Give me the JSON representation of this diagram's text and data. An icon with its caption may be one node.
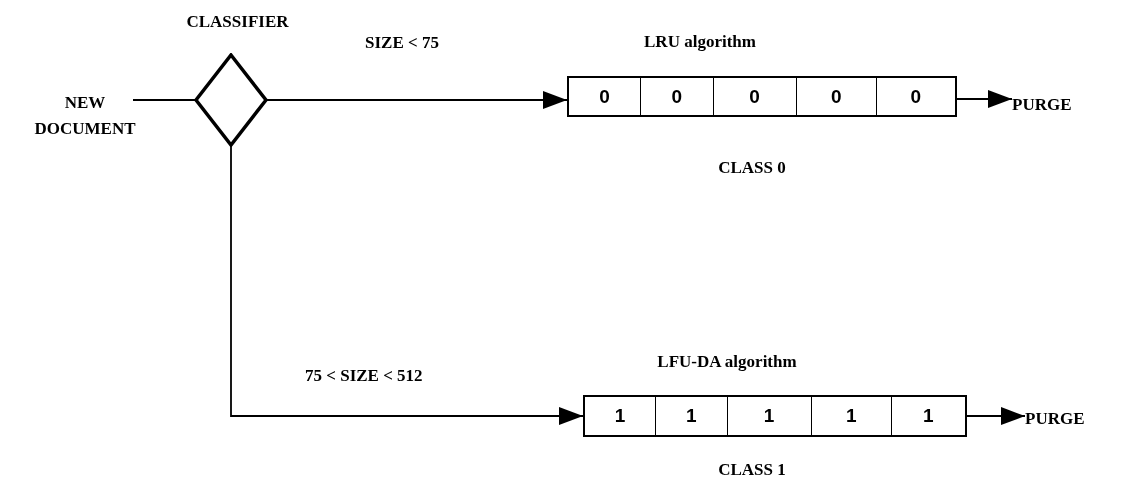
{
  "diagram": {
    "nodes": [
      {
        "text": [
          "NEW DOCUMENT"
        ]
      },
      {
        "text": [
          "CLASSIFIER"
        ]
      },
      {
        "text": [
          "LRU algorithm"
        ],
        "beside": [
          "CLASS 0"
        ]
      },
      {
        "text": [
          "0"
        ],
        "in": 2
      },
      {
        "text": [
          "0"
        ],
        "in": 2
      },
      {
        "text": [
          "0"
        ],
        "in": 2
      },
      {
        "text": [
          "0"
        ],
        "in": 2
      },
      {
        "text": [
          "0"
        ],
        "in": 2
      },
      {
        "text": [
          "PURGE"
        ]
      },
      {
        "text": [
          "LFU-DA algorithm"
        ],
        "beside": [
          "CLASS 1"
        ]
      },
      {
        "text": [
          "1"
        ],
        "in": 9
      },
      {
        "text": [
          "1"
        ],
        "in": 9
      },
      {
        "text": [
          "1"
        ],
        "in": 9
      },
      {
        "text": [
          "1"
        ],
        "in": 9
      },
      {
        "text": [
          "1"
        ],
        "in": 9
      },
      {
        "text": [
          "PURGE"
        ]
      }
    ],
    "edges": [
      {
        "from": 0,
        "to": 1,
        "arrow": "none"
      },
      {
        "from": 1,
        "to": 2,
        "arrow": "to",
        "label": "SIZE < 75"
      },
      {
        "from": 2,
        "to": 8,
        "arrow": "to"
      },
      {
        "from": 1,
        "to": 9,
        "arrow": "to",
        "label": "75 < SIZE < 512"
      },
      {
        "from": 9,
        "to": 15,
        "arrow": "to"
      }
    ]
  }
}
